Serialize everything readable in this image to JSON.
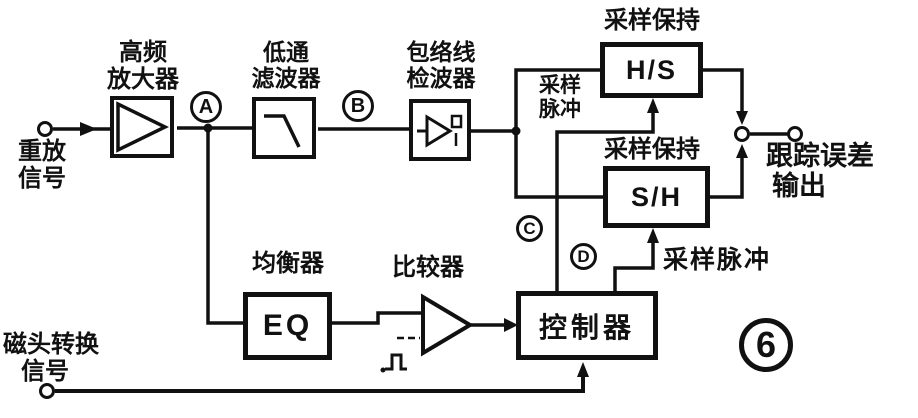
{
  "figure_number": "6",
  "colors": {
    "ink": "#111111",
    "paper": "#ffffff"
  },
  "nodes": {
    "a": "A",
    "b": "B",
    "c": "C",
    "d": "D"
  },
  "boxes": {
    "hs": "H/S",
    "sh": "S/H",
    "eq": "EQ",
    "controller": "控制器"
  },
  "labels": {
    "hf_amp_1": "高频",
    "hf_amp_2": "放大器",
    "lpf_1": "低通",
    "lpf_2": "滤波器",
    "env_1": "包络线",
    "env_2": "检波器",
    "sample_hold_hs": "采样保持",
    "sample_hold_sh": "采样保持",
    "sample_pulse_1": "采样",
    "sample_pulse_2": "脉冲",
    "sample_pulse_sh": "采样脉冲",
    "playback_1": "重放",
    "playback_2": "信号",
    "head_switch_1": "磁头转换",
    "head_switch_2": "信号",
    "equalizer": "均衡器",
    "comparator": "比较器",
    "tracking_error_1": "跟踪误差",
    "tracking_error_2": "输出"
  },
  "icons": {
    "amplifier": "amplifier-icon",
    "lowpass": "lowpass-filter-icon",
    "envelope_detector": "envelope-detector-icon",
    "comparator": "comparator-icon",
    "pulse": "pulse-icon"
  }
}
